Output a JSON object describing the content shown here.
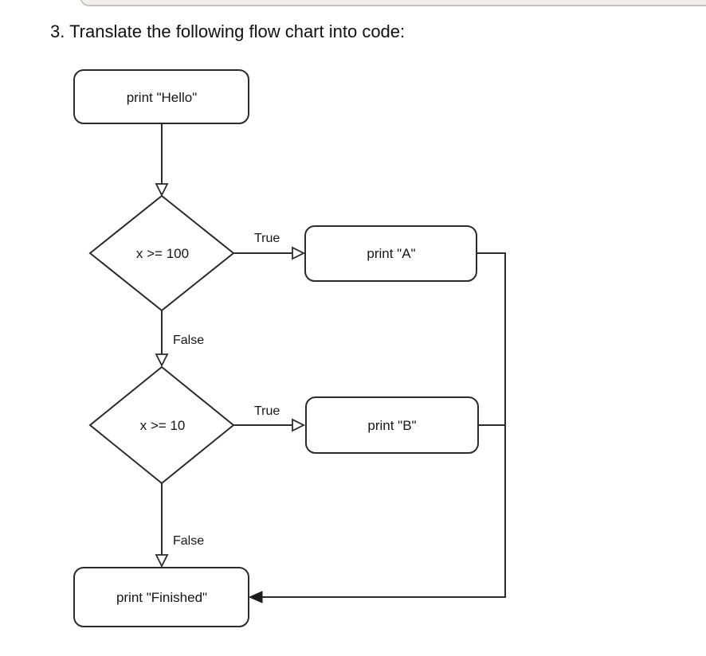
{
  "title": "3. Translate the following flow chart into code:",
  "top_edge": {
    "fill": "#f3efeb",
    "border": "#c6c2bf"
  },
  "flowchart": {
    "colors": {
      "stroke": "#2b2b2b",
      "node_fill": "#ffffff",
      "text": "#161616",
      "solid_arrow": "#1c1c1c"
    },
    "nodes": {
      "hello": {
        "type": "process",
        "label": "print \"Hello\""
      },
      "cond1": {
        "type": "decision",
        "label": "x >= 100"
      },
      "print_a": {
        "type": "process",
        "label": "print \"A\""
      },
      "cond2": {
        "type": "decision",
        "label": "x >= 10"
      },
      "print_b": {
        "type": "process",
        "label": "print \"B\""
      },
      "finished": {
        "type": "process",
        "label": "print \"Finished\""
      }
    },
    "labels": {
      "cond1_true": "True",
      "cond1_false": "False",
      "cond2_true": "True",
      "cond2_false": "False"
    }
  }
}
